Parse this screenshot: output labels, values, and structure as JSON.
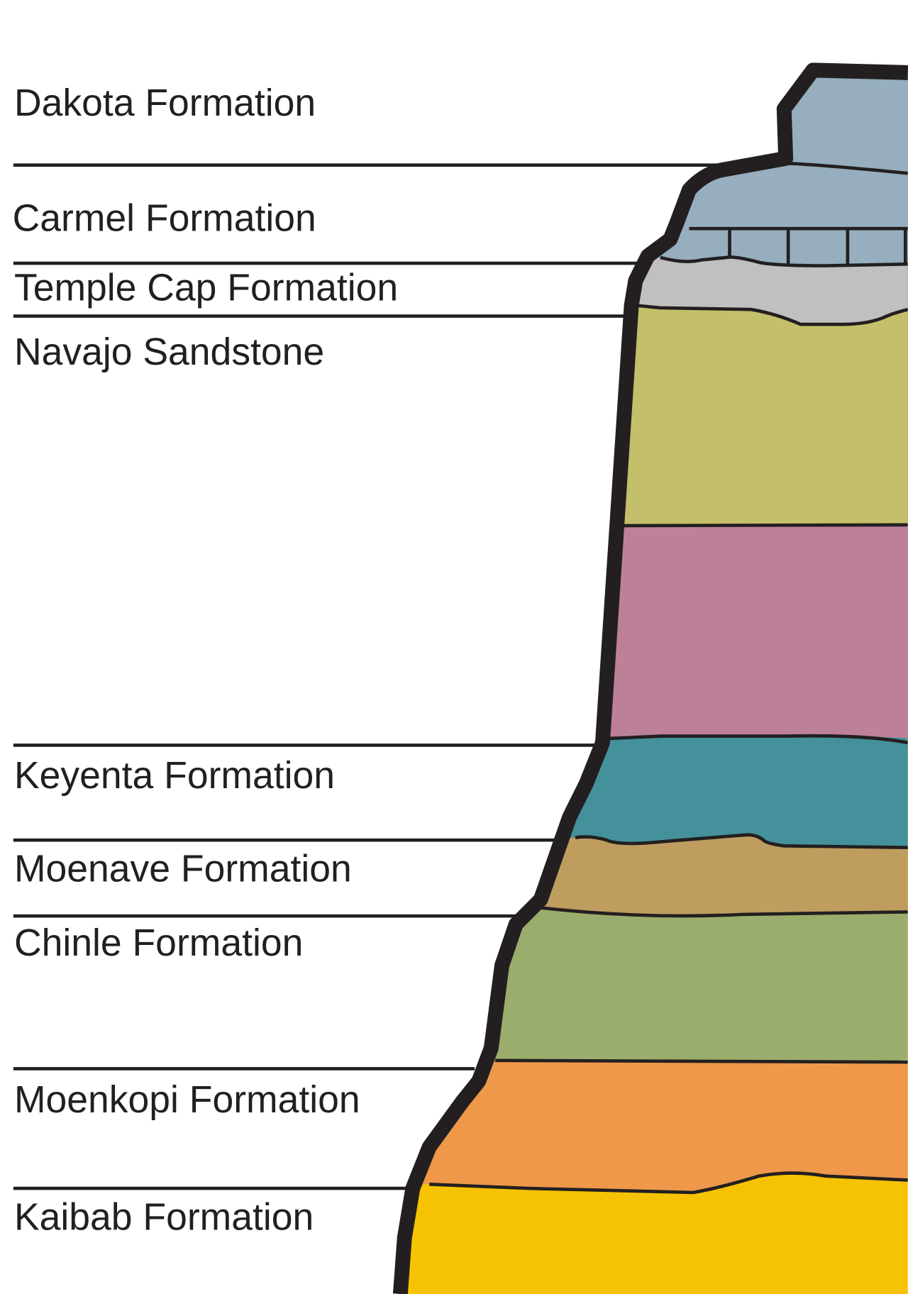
{
  "title": "Stratigraphic column of Zion area formations",
  "formations": [
    {
      "name": "Dakota Formation",
      "color": "#96aebd"
    },
    {
      "name": "Carmel Formation",
      "color": "#96aebd"
    },
    {
      "name": "Temple Cap Formation",
      "color": "#c0c0c0"
    },
    {
      "name": "Navajo Sandstone",
      "color": "#c4bf6a"
    },
    {
      "name": "Keyenta Formation",
      "color": "#44919b"
    },
    {
      "name": "Moenave Formation",
      "color": "#be9d5f"
    },
    {
      "name": "Chinle Formation",
      "color": "#9bad6c"
    },
    {
      "name": "Moenkopi Formation",
      "color": "#ef984a"
    },
    {
      "name": "Kaibab Formation",
      "color": "#f6c303"
    }
  ],
  "navajo_lower_color": "#bc8198",
  "outline_color": "#231f20"
}
